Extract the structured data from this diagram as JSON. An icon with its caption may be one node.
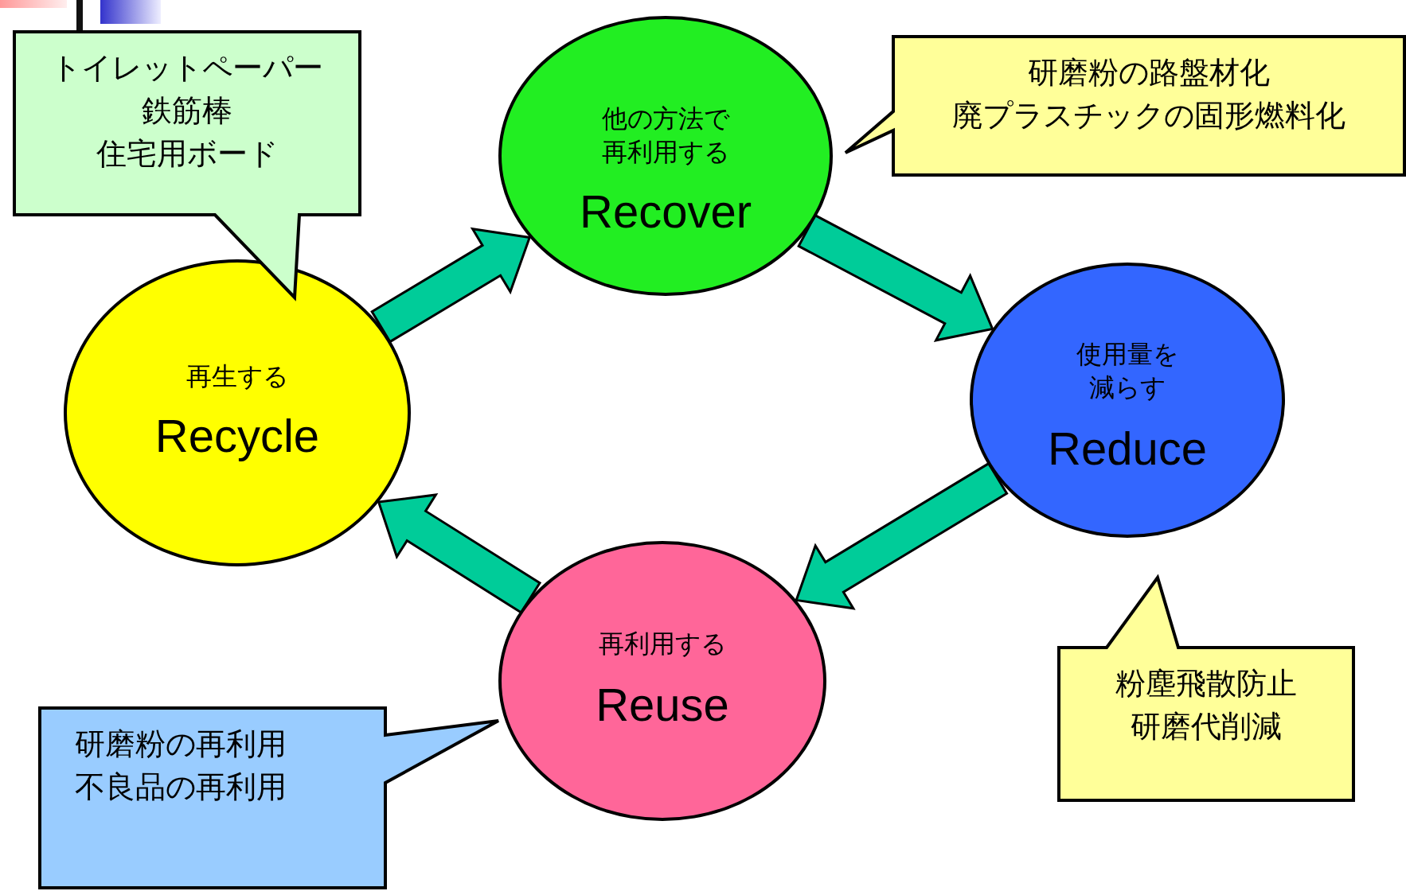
{
  "diagram": {
    "nodes": [
      {
        "text": [
          "他の方法で再利用する",
          "Recover"
        ]
      },
      {
        "text": [
          "使用量を減らす",
          "Reduce"
        ]
      },
      {
        "text": [
          "再利用する",
          "Reuse"
        ]
      },
      {
        "text": [
          "再生する",
          "Recycle"
        ]
      },
      {
        "text": [
          "トイレットペーパー",
          "鉄筋棒",
          "住宅用ボード"
        ]
      },
      {
        "text": [
          "研磨粉の路盤材化",
          "廃プラスチックの固形燃料化"
        ]
      },
      {
        "text": [
          "研磨粉の再利用",
          "不良品の再利用"
        ]
      },
      {
        "text": [
          "粉塵飛散防止",
          "研磨代削減"
        ]
      }
    ],
    "edges": [
      {
        "from": 3,
        "to": 0,
        "arrow": "to"
      },
      {
        "from": 0,
        "to": 1,
        "arrow": "to"
      },
      {
        "from": 1,
        "to": 2,
        "arrow": "to"
      },
      {
        "from": 2,
        "to": 3,
        "arrow": "to"
      }
    ]
  }
}
